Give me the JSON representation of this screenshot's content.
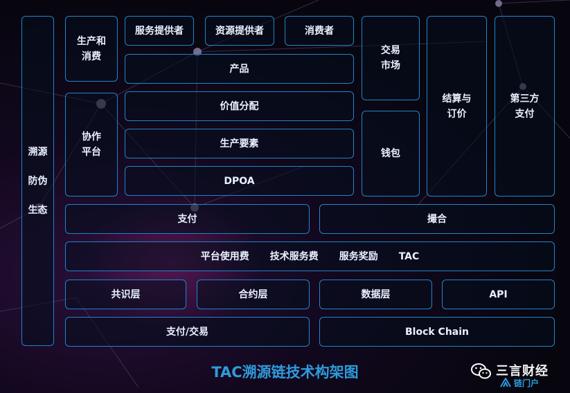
{
  "diagram": {
    "side_label": [
      "溯源",
      "防伪",
      "生态"
    ],
    "producer_consumer": [
      "生产和",
      "消费"
    ],
    "roles": [
      "服务提供者",
      "资源提供者",
      "消费者"
    ],
    "product": "产品",
    "value_distribution": "价值分配",
    "production_factors": "生产要素",
    "dpoa": "DPOA",
    "collaboration_platform": [
      "协作",
      "平台"
    ],
    "trading_market": [
      "交易",
      "市场"
    ],
    "wallet": "钱包",
    "settlement_pricing": [
      "结算与",
      "订价"
    ],
    "third_party_payment": [
      "第三方",
      "支付"
    ],
    "payment": "支付",
    "matching": "撮合",
    "fees": [
      "平台使用费",
      "技术服务费",
      "服务奖励",
      "TAC"
    ],
    "layers": [
      "共识层",
      "合约层",
      "数据层",
      "API"
    ],
    "payment_trading": "支付/交易",
    "block_chain": "Block Chain"
  },
  "caption": "TAC溯源链技术构架图",
  "watermark": {
    "name": "三言财经",
    "sub": "链门户",
    "icon": "wechat-icon"
  },
  "colors": {
    "border": "#1f86c9",
    "text": "#e9f1ff",
    "caption": "#2f9bdc",
    "background": "#07060f"
  }
}
